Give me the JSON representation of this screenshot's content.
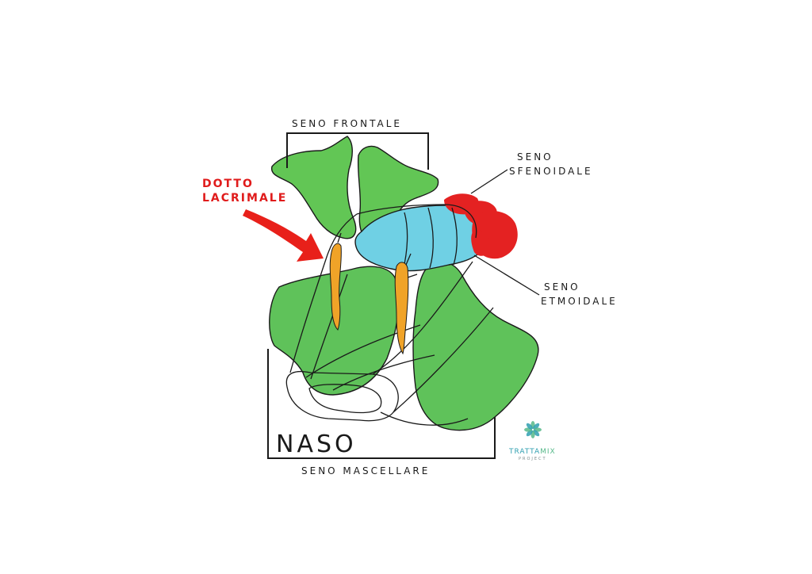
{
  "labels": {
    "seno_frontale": "SENO FRONTALE",
    "seno_sfenoidale_1": "SENO",
    "seno_sfenoidale_2": "SFENOIDALE",
    "dotto_lacrimale_1": "DOTTO",
    "dotto_lacrimale_2": "LACRIMALE",
    "seno_etmoidale_1": "SENO",
    "seno_etmoidale_2": "ETMOIDALE",
    "naso": "NASO",
    "seno_mascellare": "SENO MASCELLARE"
  },
  "logo": {
    "name_part1": "TRATTA",
    "name_part2": "MIX",
    "tagline": "PROJECT"
  },
  "colors": {
    "frontal_sinus": "#62c655",
    "maxillary_sinus": "#5fc25a",
    "ethmoid_sinus": "#6fd0e4",
    "sphenoid_sinus": "#e42222",
    "tear_duct": "#f0a328",
    "arrow": "#e8201a",
    "label_red": "#e01b1b",
    "logo_green": "#57b98a",
    "logo_teal": "#2f9fb0"
  }
}
